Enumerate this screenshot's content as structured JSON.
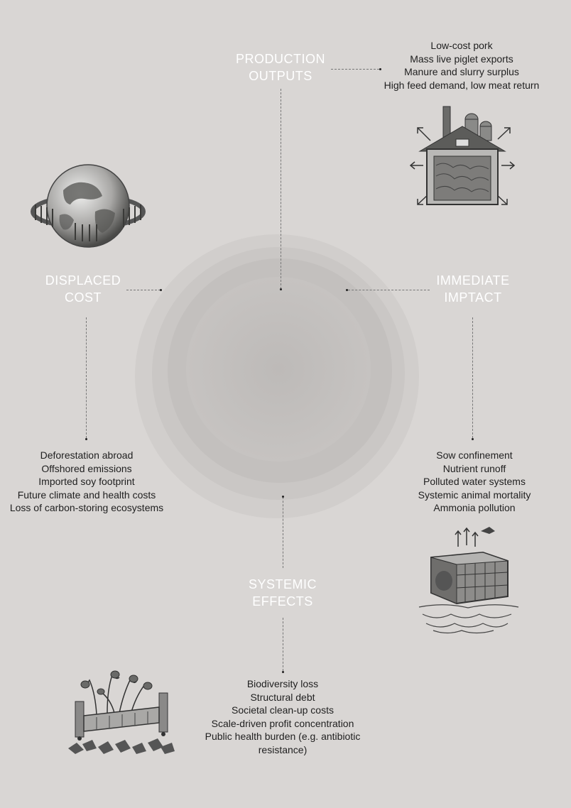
{
  "nodes": {
    "production": {
      "title": "PRODUCTION\nOUTPUTS",
      "items": [
        "Low-cost pork",
        "Mass live piglet exports",
        "Manure and slurry surplus",
        "High feed demand, low meat return"
      ]
    },
    "immediate": {
      "title": "IMMEDIATE\nIMPTACT",
      "items": [
        "Sow confinement",
        "Nutrient runoff",
        "Polluted water systems",
        "Systemic animal mortality",
        "Ammonia pollution"
      ]
    },
    "systemic": {
      "title": "SYSTEMIC\nEFFECTS",
      "items": [
        "Biodiversity loss",
        "Structural debt",
        "Societal clean-up costs",
        "Scale-driven profit concentration",
        "Public health burden (e.g. antibiotic resistance)"
      ]
    },
    "displaced": {
      "title": "DISPLACED\nCOST",
      "items": [
        "Deforestation abroad",
        "Offshored emissions",
        "Imported soy footprint",
        "Future climate and health costs",
        "Loss of carbon-storing ecosystems"
      ]
    }
  },
  "illustrations": {
    "globe": "globe-with-fence-icon",
    "barn": "factory-barn-icon",
    "crate": "sow-crate-icon",
    "bed": "hospital-bed-wilted-flowers-icon"
  },
  "colors": {
    "background": "#d9d6d4",
    "heading": "#ffffff",
    "text": "#1f1f1f",
    "circle_outer": "#d0cdcb",
    "circle_inner": "#bcb9b7"
  }
}
